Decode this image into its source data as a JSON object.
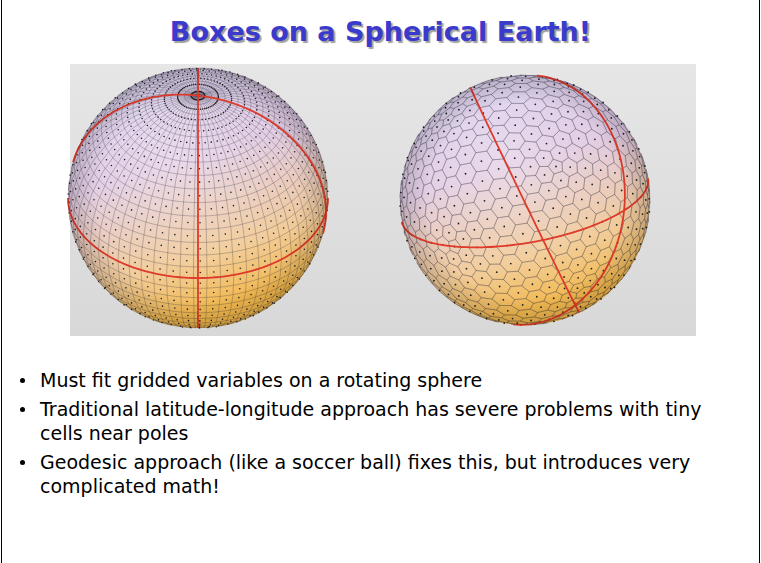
{
  "diagram": {
    "title": "Boxes on a Spherical Earth!",
    "labels": [
      "Must fit gridded variables on a rotating sphere",
      "Traditional latitude-longitude approach has severe problems with tiny cells near poles",
      "Geodesic approach (like a soccer ball) fixes this, but introduces very complicated math!"
    ]
  }
}
